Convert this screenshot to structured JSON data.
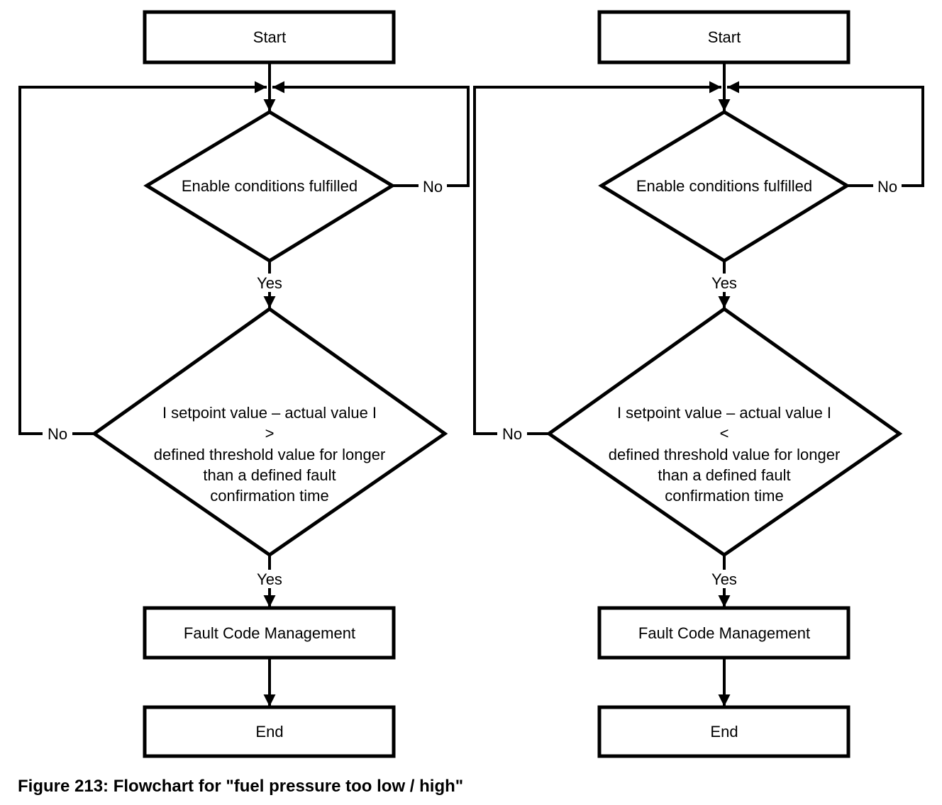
{
  "background_color": "#ffffff",
  "line_color": "#000000",
  "caption": {
    "text": "Figure 213: Flowchart for \"fuel pressure too low / high\""
  },
  "charts": [
    {
      "side": "left",
      "start_label": "Start",
      "decision1_label": "Enable conditions fulfilled",
      "decision1_yes": "Yes",
      "decision1_no": "No",
      "decision2_line1": "I setpoint value – actual value I",
      "decision2_comparator": ">",
      "decision2_line3": "defined threshold value for longer",
      "decision2_line4": "than a defined fault",
      "decision2_line5": "confirmation time",
      "decision2_yes": "Yes",
      "decision2_no": "No",
      "process_label": "Fault Code Management",
      "end_label": "End"
    },
    {
      "side": "right",
      "start_label": "Start",
      "decision1_label": "Enable conditions fulfilled",
      "decision1_yes": "Yes",
      "decision1_no": "No",
      "decision2_line1": "I setpoint value – actual value I",
      "decision2_comparator": "<",
      "decision2_line3": "defined threshold value for longer",
      "decision2_line4": "than a defined fault",
      "decision2_line5": "confirmation time",
      "decision2_yes": "Yes",
      "decision2_no": "No",
      "process_label": "Fault Code Management",
      "end_label": "End"
    }
  ]
}
